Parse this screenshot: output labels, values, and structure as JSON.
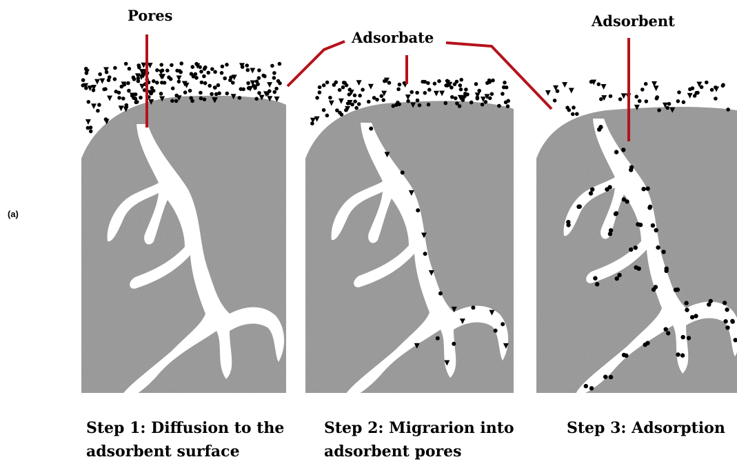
{
  "panel_label": "(a)",
  "callouts": {
    "pores": "Pores",
    "adsorbate": "Adsorbate",
    "adsorbent": "Adsorbent"
  },
  "steps": [
    {
      "line1": "Step 1: Diffusion to the",
      "line2": "adsorbent surface"
    },
    {
      "line1": "Step 2: Migrarion into",
      "line2": "adsorbent pores"
    },
    {
      "line1": "Step 3: Adsorption",
      "line2": ""
    }
  ],
  "colors": {
    "adsorbent_fill": "#a4a4a4",
    "pore_fill": "#ffffff",
    "leader_line": "#b5121b",
    "particle": "#000000"
  }
}
